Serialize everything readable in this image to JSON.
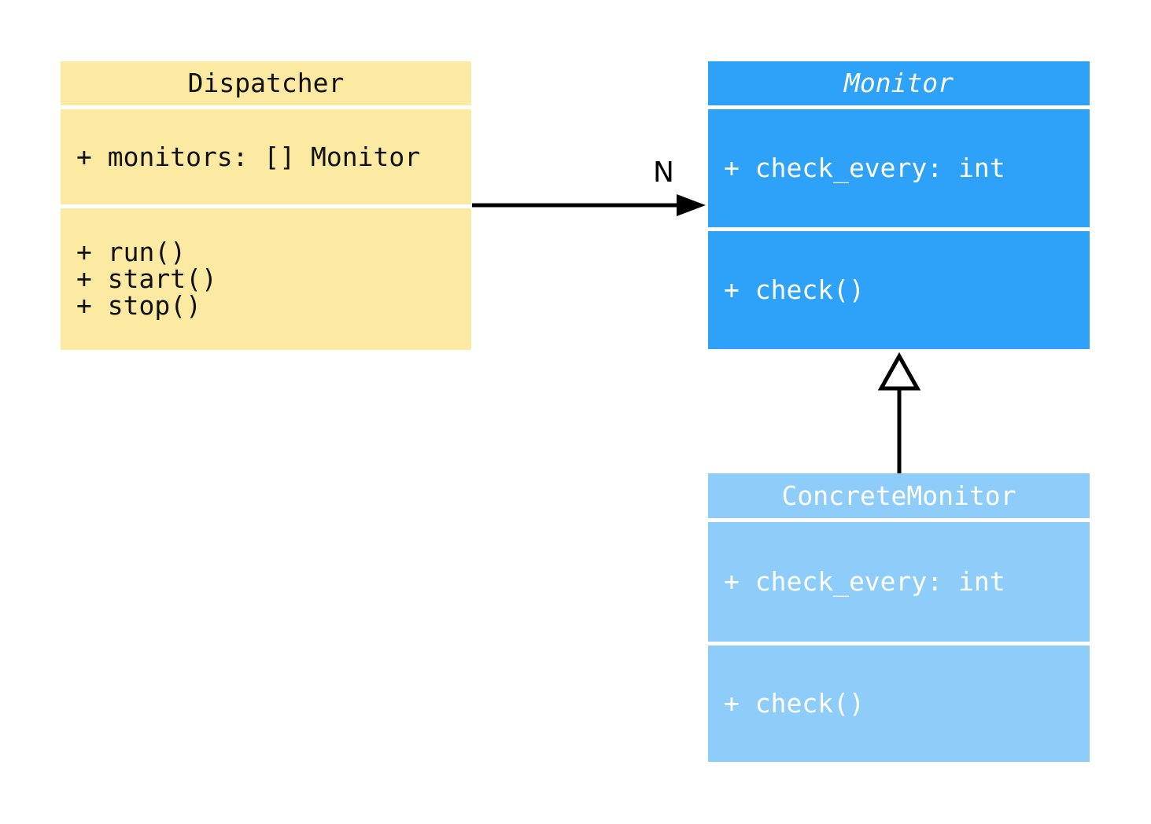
{
  "diagram": {
    "kind": "uml-class-diagram",
    "background_color": "#FFFFFF",
    "classes": [
      {
        "name": "Dispatcher",
        "abstract": false,
        "fill": "#FCE9A2",
        "text_color": "#111111",
        "attributes": [
          "+ monitors: [] Monitor"
        ],
        "methods": [
          "+ run()",
          "+ start()",
          "+ stop()"
        ]
      },
      {
        "name": "Monitor",
        "abstract": true,
        "fill": "#2EA1F8",
        "text_color": "#FFFFFF",
        "attributes": [
          "+ check_every: int"
        ],
        "methods": [
          "+ check()"
        ]
      },
      {
        "name": "ConcreteMonitor",
        "abstract": false,
        "fill": "#8ECDFA",
        "text_color": "#FFFFFF",
        "attributes": [
          "+ check_every: int"
        ],
        "methods": [
          "+ check()"
        ]
      }
    ],
    "relationships": [
      {
        "type": "association",
        "from": "Dispatcher",
        "to": "Monitor",
        "label": "N",
        "line_color": "#000000"
      },
      {
        "type": "inheritance",
        "from": "ConcreteMonitor",
        "to": "Monitor",
        "label": "",
        "line_color": "#000000"
      }
    ]
  }
}
